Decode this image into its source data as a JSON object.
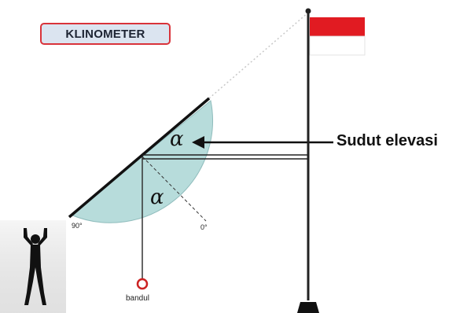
{
  "title": "KLINOMETER",
  "label_elevation": "Sudut elevasi",
  "angle_symbol": "α",
  "tick_left": "90°",
  "tick_right": "0°",
  "bob_label": "bandul",
  "flag_colors": {
    "top": "#e11b22",
    "bottom": "#ffffff"
  },
  "protractor_color": "#b7dcdb",
  "title_border_color": "#d9333a",
  "title_fill_color": "#dbe4f0"
}
